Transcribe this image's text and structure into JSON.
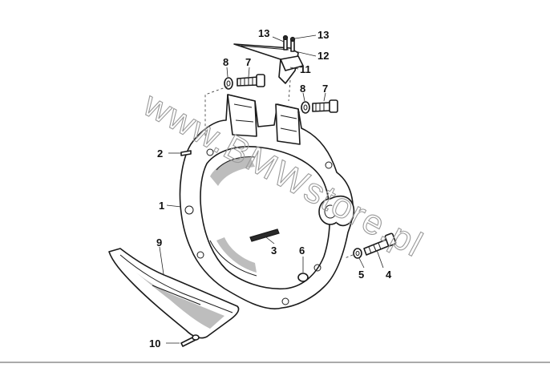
{
  "watermark": "www.BMWstore.pl",
  "callouts": {
    "c1": "1",
    "c2": "2",
    "c3": "3",
    "c4": "4",
    "c5": "5",
    "c6": "6",
    "c7a": "7",
    "c7b": "7",
    "c8a": "8",
    "c8b": "8",
    "c9": "9",
    "c10": "10",
    "c11": "11",
    "c12": "12",
    "c13a": "13",
    "c13b": "13"
  }
}
